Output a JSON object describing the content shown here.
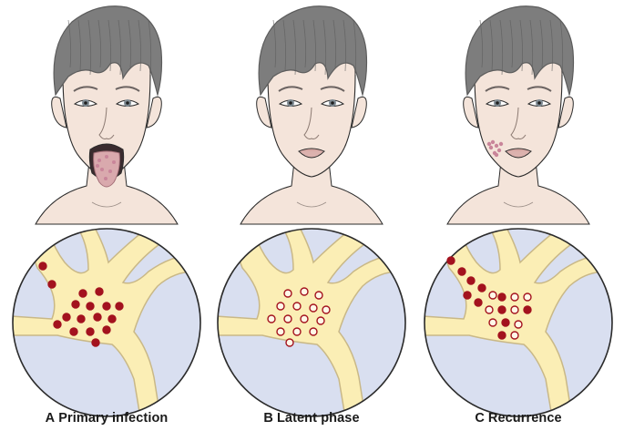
{
  "panels": [
    {
      "id": "A",
      "letter": "A",
      "caption": "Primary infection",
      "face": {
        "mouth": "open-tongue",
        "lesions": "tongue",
        "colors": {
          "lesion": "#c9859a",
          "tongue": "#d9a9ad"
        }
      },
      "neuron": {
        "virus_style": "filled",
        "virus_count": 17
      }
    },
    {
      "id": "B",
      "letter": "B",
      "caption": "Latent phase",
      "face": {
        "mouth": "closed",
        "lesions": "none"
      },
      "neuron": {
        "virus_style": "hollow",
        "virus_count": 15
      }
    },
    {
      "id": "C",
      "letter": "C",
      "caption": "Recurrence",
      "face": {
        "mouth": "closed",
        "lesions": "lip-corner",
        "colors": {
          "lesion": "#c9859a"
        }
      },
      "neuron": {
        "virus_style": "mixed",
        "virus_count": 19
      }
    }
  ],
  "colors": {
    "skin": "#f4e4da",
    "skin_shadow": "#e3c6b8",
    "hair": "#7d7d7d",
    "hair_dark": "#5c5c5c",
    "tissue": "#d9dff0",
    "neuron": "#fbeeb5",
    "neuron_edge": "#c9b887",
    "virus": "#a3121e",
    "outline": "#2b2b2b"
  }
}
